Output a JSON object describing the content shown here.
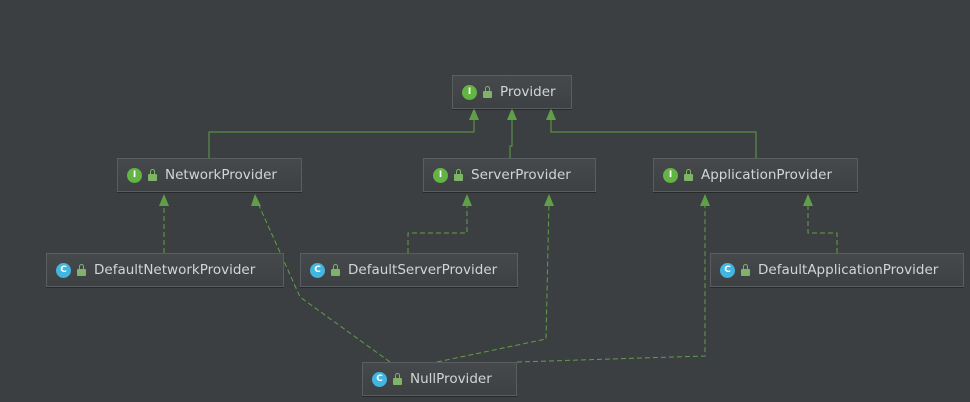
{
  "colors": {
    "background": "#3c3f41",
    "edge": "#5f9f47",
    "interface_badge": "#62b543",
    "class_badge": "#40b6e0"
  },
  "legend": {
    "interface_badge_letter": "I",
    "class_badge_letter": "C"
  },
  "nodes": {
    "provider": {
      "label": "Provider",
      "kind": "interface"
    },
    "network_provider": {
      "label": "NetworkProvider",
      "kind": "interface"
    },
    "server_provider": {
      "label": "ServerProvider",
      "kind": "interface"
    },
    "application_provider": {
      "label": "ApplicationProvider",
      "kind": "interface"
    },
    "default_network_provider": {
      "label": "DefaultNetworkProvider",
      "kind": "class"
    },
    "default_server_provider": {
      "label": "DefaultServerProvider",
      "kind": "class"
    },
    "default_application_provider": {
      "label": "DefaultApplicationProvider",
      "kind": "class"
    },
    "null_provider": {
      "label": "NullProvider",
      "kind": "class"
    }
  },
  "edges": [
    {
      "from": "NetworkProvider",
      "to": "Provider",
      "type": "extends"
    },
    {
      "from": "ServerProvider",
      "to": "Provider",
      "type": "extends"
    },
    {
      "from": "ApplicationProvider",
      "to": "Provider",
      "type": "extends"
    },
    {
      "from": "DefaultNetworkProvider",
      "to": "NetworkProvider",
      "type": "implements"
    },
    {
      "from": "DefaultServerProvider",
      "to": "ServerProvider",
      "type": "implements"
    },
    {
      "from": "DefaultApplicationProvider",
      "to": "ApplicationProvider",
      "type": "implements"
    },
    {
      "from": "NullProvider",
      "to": "NetworkProvider",
      "type": "implements"
    },
    {
      "from": "NullProvider",
      "to": "ServerProvider",
      "type": "implements"
    },
    {
      "from": "NullProvider",
      "to": "ApplicationProvider",
      "type": "implements"
    }
  ]
}
